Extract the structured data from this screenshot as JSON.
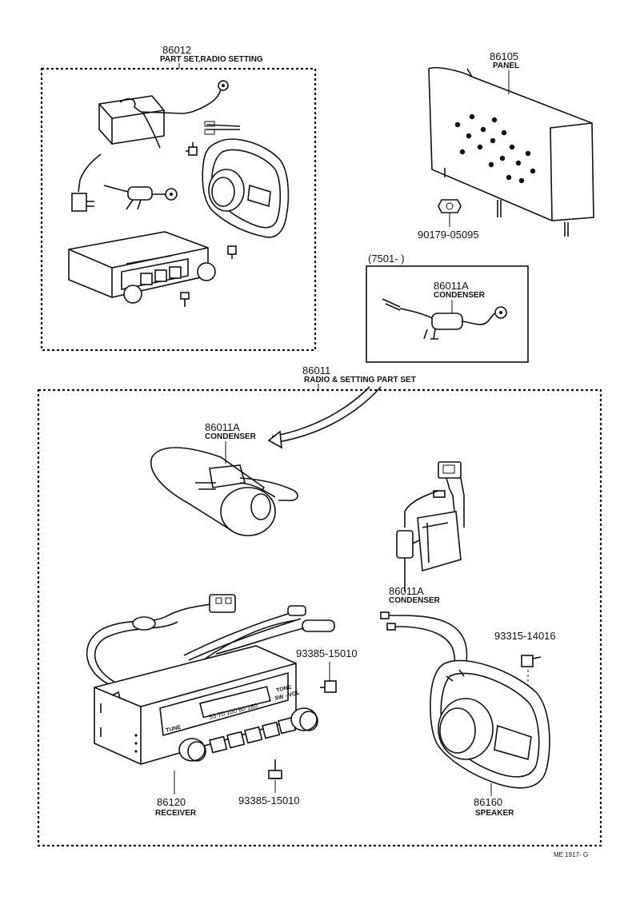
{
  "set_86012": {
    "part_no": "86012",
    "name": "PART SET,RADIO SETTING"
  },
  "panel": {
    "part_no": "86105",
    "name": "PANEL"
  },
  "nut": {
    "part_no": "90179-05095"
  },
  "cond_box": {
    "date": "(7501-          )",
    "part_no": "86011A",
    "name": "CONDENSER"
  },
  "set_86011": {
    "part_no": "86011",
    "name": "RADIO & SETTING PART SET"
  },
  "cond_large": {
    "part_no": "86011A",
    "name": "CONDENSER"
  },
  "cond_small": {
    "part_no": "86011A",
    "name": "CONDENSER"
  },
  "screw_a": {
    "part_no": "93385-15010"
  },
  "screw_b": {
    "part_no": "93385-15010"
  },
  "screw_c": {
    "part_no": "93315-14016"
  },
  "receiver": {
    "part_no": "86120",
    "name": "RECEIVER",
    "tune_label": "TUNE",
    "tone_label": "TONE",
    "vol_label": "SW - VOL",
    "dial": "53 70 100 60 180"
  },
  "speaker": {
    "part_no": "86160",
    "name": "SPEAKER"
  },
  "ref_code": "ME 1917- G"
}
